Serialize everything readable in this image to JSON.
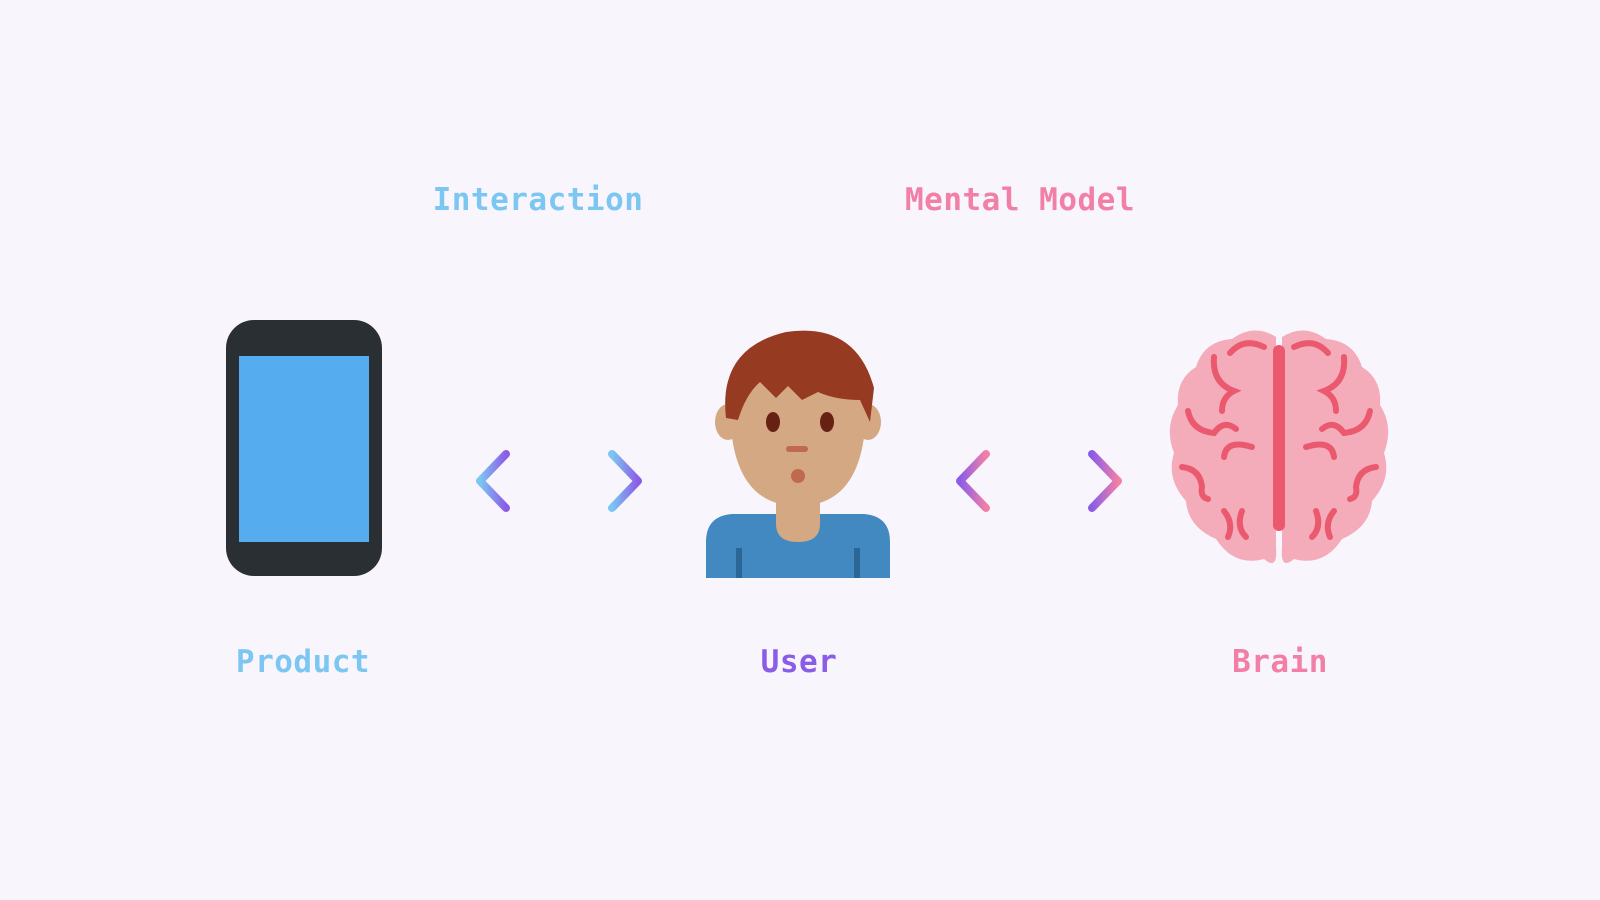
{
  "labels": {
    "interaction": "Interaction",
    "mental_model": "Mental Model",
    "product": "Product",
    "user": "User",
    "brain": "Brain"
  },
  "colors": {
    "background": "#f8f6fc",
    "blue_label": "#7cc6f2",
    "pink_label": "#f27fa6",
    "purple_label": "#8b5ce8",
    "phone_body": "#292f33",
    "phone_screen": "#55acee",
    "hair": "#963b22",
    "skin": "#d4a883",
    "shirt": "#4289c1",
    "brain_light": "#f4abba",
    "brain_dark": "#ea596e"
  },
  "icons": {
    "product": "mobile-phone-icon",
    "user": "man-shrugging-person-icon",
    "brain": "brain-icon",
    "arrow_left": "double-headed-arrow-icon",
    "arrow_right": "double-headed-arrow-icon"
  }
}
